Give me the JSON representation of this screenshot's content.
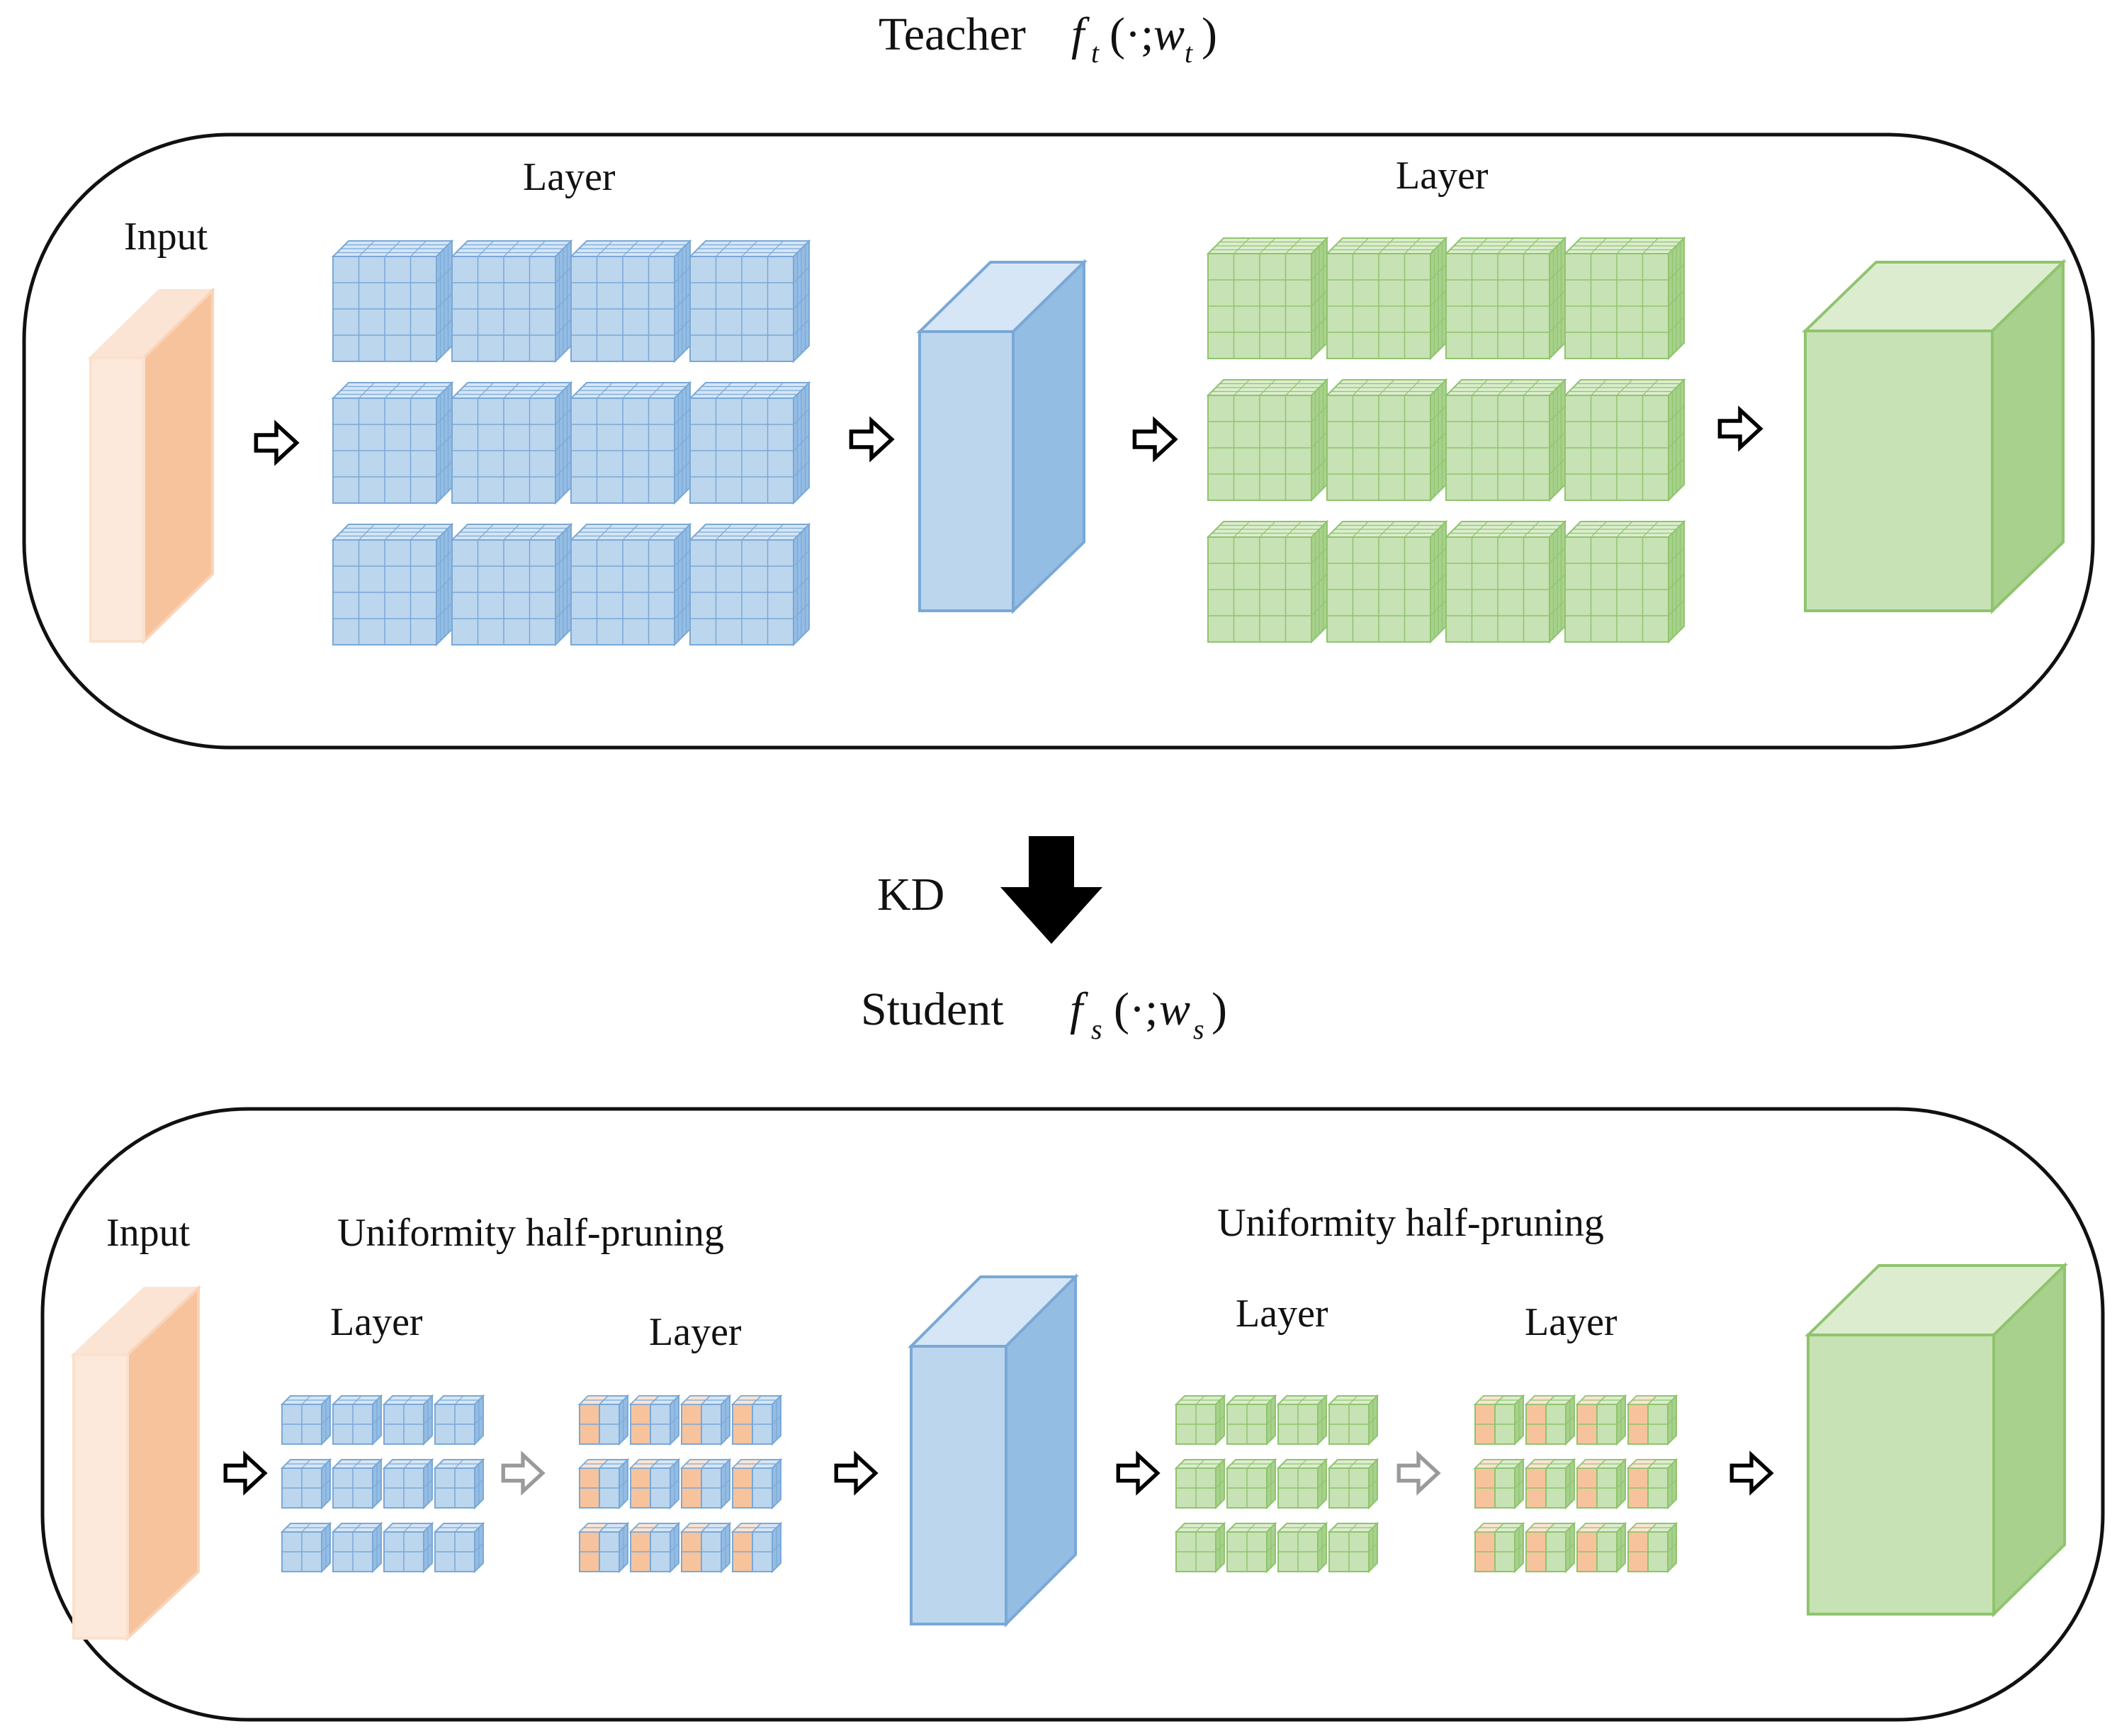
{
  "teacher": {
    "title": "Teacher",
    "formula": {
      "f": "f",
      "sub": "t",
      "open": "(·;",
      "w": "w",
      "wsub": "t",
      "close": ")"
    },
    "input_label": "Input",
    "layer1_label": "Layer",
    "layer2_label": "Layer"
  },
  "kd": {
    "label": "KD"
  },
  "student": {
    "title": "Student",
    "formula": {
      "f": "f",
      "sub": "s",
      "open": "(·;",
      "w": "w",
      "wsub": "s",
      "close": ")"
    },
    "input_label": "Input",
    "pruning1_label": "Uniformity half-pruning",
    "pruning2_label": "Uniformity half-pruning",
    "layer_a_label": "Layer",
    "layer_b_label": "Layer",
    "layer_c_label": "Layer",
    "layer_d_label": "Layer"
  },
  "colors": {
    "orange_front": "#f7c39d",
    "orange_light": "#fbe4d4",
    "blue_front": "#bcd6ee",
    "blue_side": "#94bde4",
    "blue_top": "#d6e6f6",
    "green_front": "#c7e2b4",
    "green_side": "#a7d18c",
    "green_top": "#dcedcf"
  },
  "icons": [
    "hollow-arrow-icon",
    "grey-hollow-arrow-icon",
    "kd-down-arrow-icon"
  ]
}
